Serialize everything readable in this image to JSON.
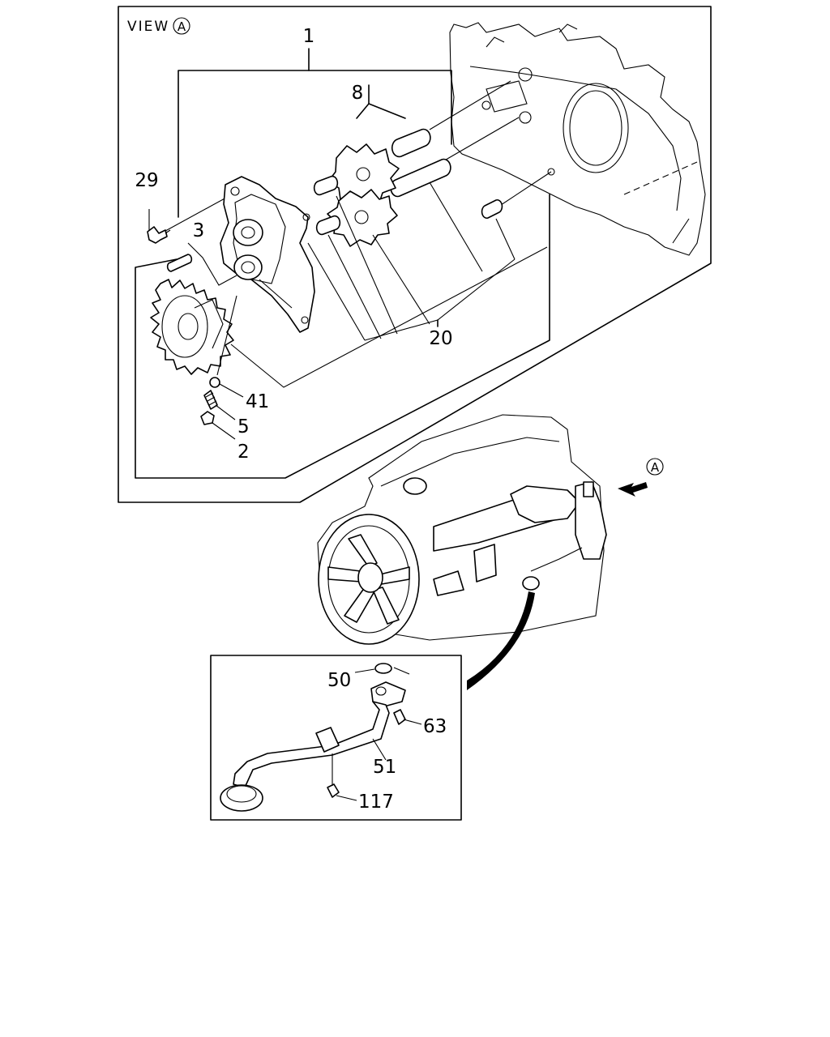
{
  "view_label": {
    "prefix": "VIEW",
    "letter": "A"
  },
  "callouts": {
    "p1": "1",
    "p8": "8",
    "p29": "29",
    "p3": "3",
    "p20": "20",
    "p41": "41",
    "p5": "5",
    "p2": "2",
    "view_marker": "A",
    "p50": "50",
    "p63": "63",
    "p51": "51",
    "p117": "117"
  }
}
